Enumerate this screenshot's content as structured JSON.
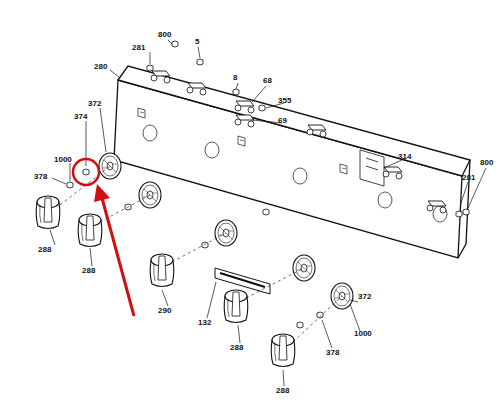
{
  "diagram": {
    "labels": [
      "800",
      "5",
      "281",
      "280",
      "8",
      "68",
      "355",
      "69",
      "314",
      "800",
      "281",
      "372",
      "374",
      "1000",
      "378",
      "288",
      "288",
      "290",
      "132",
      "288",
      "288",
      "378",
      "1000",
      "372"
    ]
  }
}
